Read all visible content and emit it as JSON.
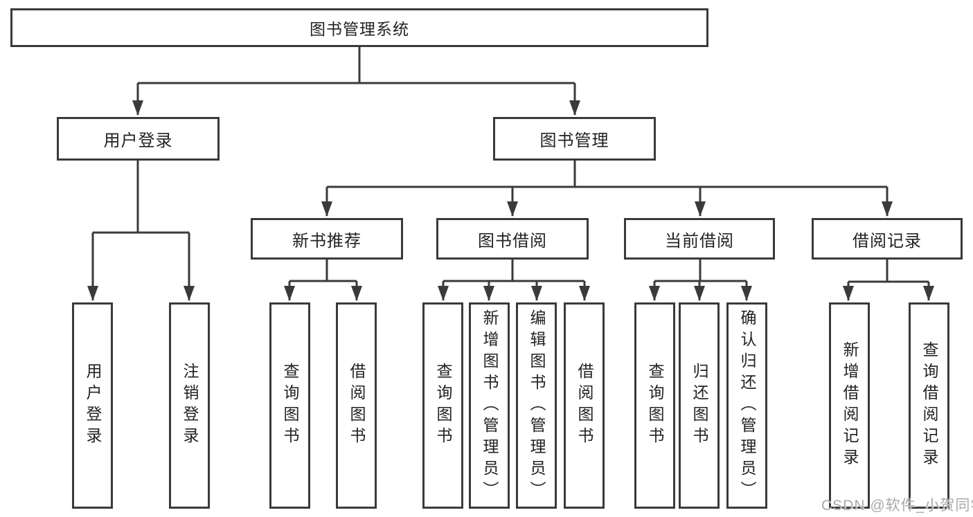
{
  "nodes": {
    "root": "图书管理系统",
    "l2": [
      "用户登录",
      "图书管理"
    ],
    "l3": [
      "新书推荐",
      "图书借阅",
      "当前借阅",
      "借阅记录"
    ],
    "leaf_user": [
      "用户登录",
      "注销登录"
    ],
    "leaf_recommend": [
      "查询图书",
      "借阅图书"
    ],
    "leaf_borrow": [
      "查询图书",
      "新增图书（管理员）",
      "编辑图书（管理员）",
      "借阅图书"
    ],
    "leaf_current": [
      "查询图书",
      "归还图书",
      "确认归还（管理员）"
    ],
    "leaf_records": [
      "新增借阅记录",
      "查询借阅记录"
    ]
  },
  "watermark": "CSDN @软件_小贺同学",
  "colors": {
    "line": "#3a3a3a",
    "text": "#222222",
    "watermark": "#a9a9a9",
    "background": "#ffffff"
  }
}
